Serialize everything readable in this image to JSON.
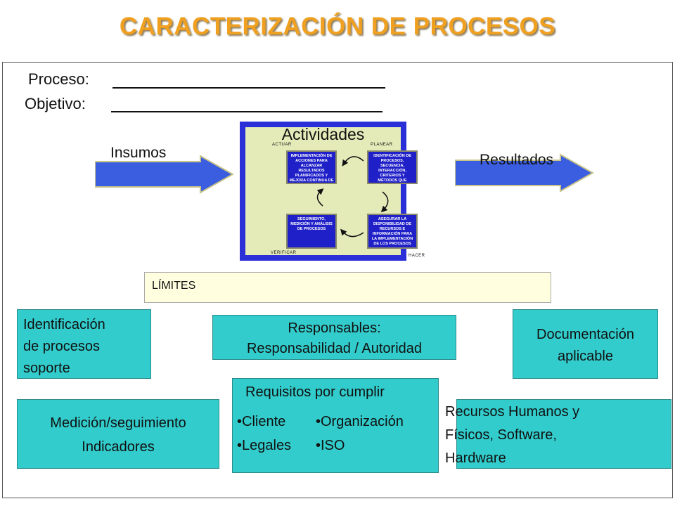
{
  "title": "CARACTERIZACIÓN DE PROCESOS",
  "fields": {
    "proceso_label": "Proceso:",
    "objetivo_label": "Objetivo:"
  },
  "flow": {
    "insumos": "Insumos",
    "resultados": "Resultados",
    "actividades": "Actividades"
  },
  "cycle": {
    "actuar": "ACTUAR",
    "planear": "PLANEAR",
    "verificar": "VERIFICAR",
    "hacer": "HACER",
    "box_actuar": "IMPLEMENTACIÓN DE ACCIONES PARA ALCANZAR RESULTADOS PLANIFICADOS Y MEJORA CONTINUA DE ÉXITOS",
    "box_planear": "IDENTIFICACIÓN DE PROCESOS, SECUENCIA, INTERACCIÓN, CRITERIOS Y MÉTODOS QUE GARANTICEN LA EFICACIA",
    "box_verificar": "SEGUIMIENTO, MEDICIÓN Y ANÁLISIS DE PROCESOS",
    "box_hacer": "ASEGURAR LA DISPONIBILIDAD DE RECURSOS E INFORMACIÓN PARA LA IMPLEMENTACIÓN DE LOS PROCESOS"
  },
  "limites": "LÍMITES",
  "boxes": {
    "identificacion": [
      "Identificación",
      "de procesos",
      "soporte"
    ],
    "responsables": [
      "Responsables:",
      "Responsabilidad / Autoridad"
    ],
    "documentacion": [
      "Documentación",
      "aplicable"
    ],
    "medicion": [
      "Medición/seguimiento",
      "Indicadores"
    ],
    "requisitos_title": "Requisitos por cumplir",
    "requisitos_items": [
      "•Cliente",
      "•Organización",
      "•Legales",
      "•ISO"
    ],
    "recursos": [
      "Recursos Humanos y",
      "Físicos, Software,",
      "Hardware"
    ]
  },
  "colors": {
    "title": "#f0a020",
    "arrow": "#3b5ee0",
    "cycle_border": "#2a2fd8",
    "cycle_bg": "#e4ebb9",
    "box_teal": "#33cccc",
    "limits_bg": "#ffffe0"
  }
}
